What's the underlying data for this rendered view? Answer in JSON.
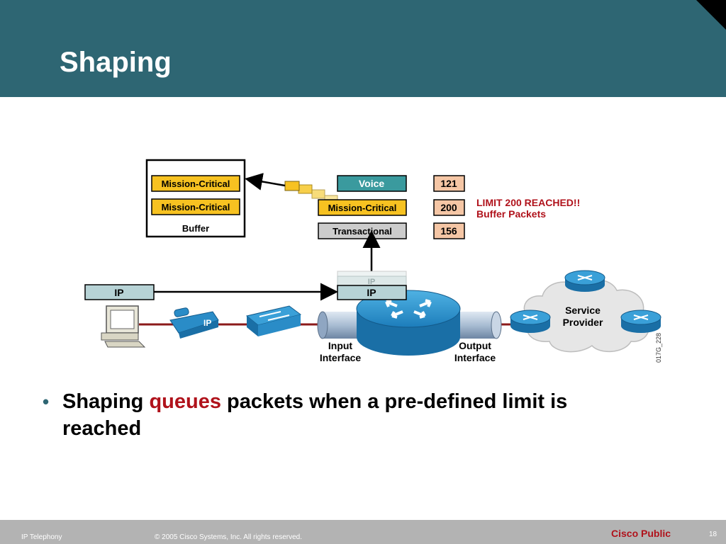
{
  "slide": {
    "title": "Shaping"
  },
  "diagram": {
    "buffer_label": "Buffer",
    "buffer_items": [
      "Mission-Critical",
      "Mission-Critical"
    ],
    "queues": [
      {
        "label": "Voice",
        "count": "121"
      },
      {
        "label": "Mission-Critical",
        "count": "200"
      },
      {
        "label": "Transactional",
        "count": "156"
      }
    ],
    "limit_text_1": "LIMIT 200 REACHED!!",
    "limit_text_2": "Buffer Packets",
    "ip_packet_left": "IP",
    "ip_packet_router": "IP",
    "ip_packet_stack_top": "IP",
    "phone_label": "IP",
    "input_interface": [
      "Input",
      "Interface"
    ],
    "output_interface": [
      "Output",
      "Interface"
    ],
    "service_provider": [
      "Service",
      "Provider"
    ],
    "figure_id": "017G_228",
    "colors": {
      "accent_teal": "#2e6673",
      "mission_yellow": "#f7c221",
      "voice_teal": "#3a9a9e",
      "count_salmon": "#f5c6a5",
      "router_blue": "#2a8cc7",
      "alert_red": "#b0121b"
    }
  },
  "bullets": {
    "item1_part1": "Shaping ",
    "item1_highlight": "queues",
    "item1_part2": " packets when a pre-defined limit is",
    "item1_line2": "reached"
  },
  "footer": {
    "left": "IP Telephony",
    "copyright": "© 2005 Cisco Systems, Inc. All rights reserved.",
    "classification": "Cisco Public",
    "page": "18"
  }
}
